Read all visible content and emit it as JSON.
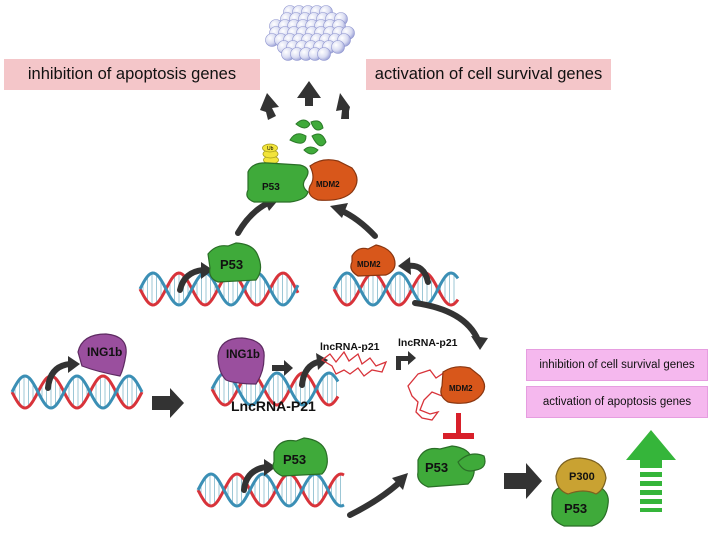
{
  "labels": {
    "inhibition_apoptosis": "inhibition of apoptosis genes",
    "activation_survival": "activation of cell survival genes",
    "inhibition_survival": "inhibition of cell survival genes",
    "activation_apoptosis": "activation of apoptosis genes",
    "lncrna_gene": "LncRNA-P21",
    "lncrna_transcript": "lncRNA-p21"
  },
  "proteins": {
    "p53": "P53",
    "mdm2": "MDM2",
    "ing1b": "ING1b",
    "p300": "P300",
    "ub": "Ub"
  },
  "colors": {
    "p53_green": "#3faa3a",
    "mdm2_orange": "#d8571b",
    "ing1b_purple": "#9a4f9e",
    "p300_gold": "#c9a232",
    "ub_yellow": "#f2e43a",
    "dna_red": "#d8333a",
    "dna_blue": "#3b8fb5",
    "pink_box": "#f4c6c9",
    "magenta_box": "#f5b8ee",
    "inhibit_red": "#d8202a",
    "up_arrow_green": "#35b53a",
    "arrow_dark": "#333333"
  }
}
